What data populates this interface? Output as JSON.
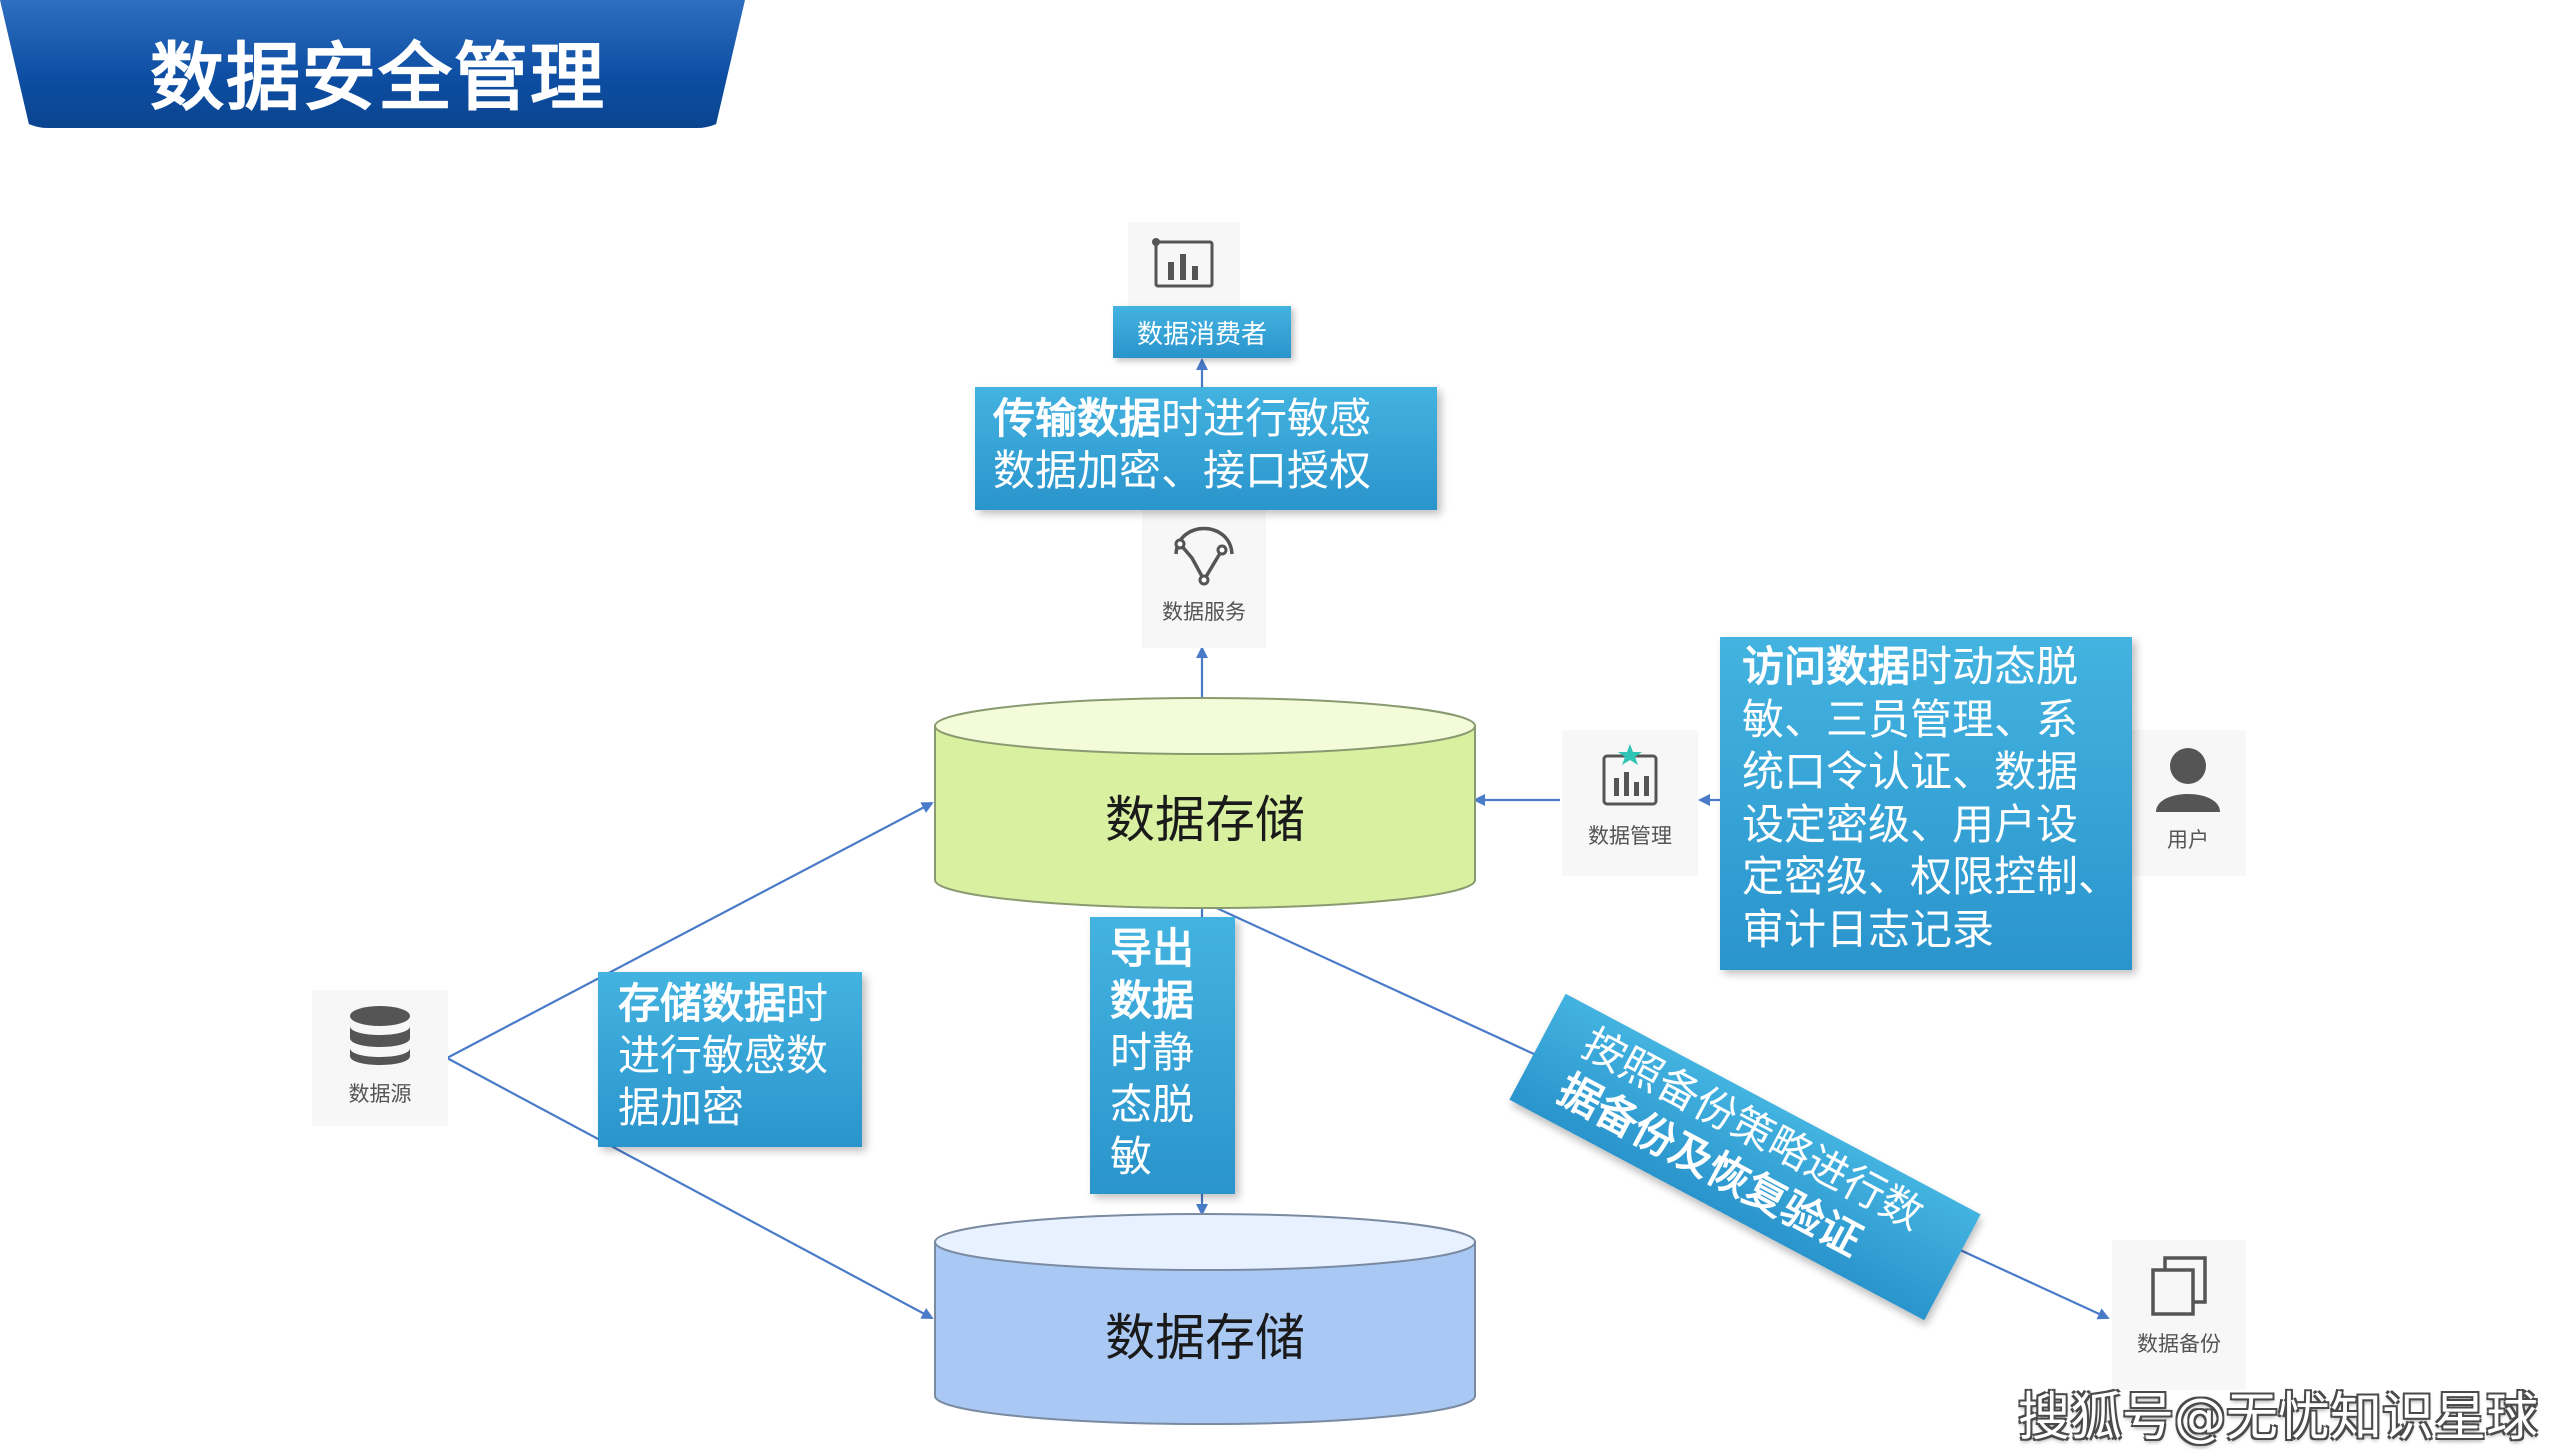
{
  "title": "数据安全管理",
  "nodes": {
    "consumer": {
      "label": "数据消费者",
      "icon": "bar-chart-icon"
    },
    "service": {
      "label": "数据服务",
      "icon": "network-curve-icon"
    },
    "management": {
      "label": "数据管理",
      "icon": "chart-star-icon"
    },
    "user": {
      "label": "用户",
      "icon": "person-icon"
    },
    "source": {
      "label": "数据源",
      "icon": "database-icon"
    },
    "backup": {
      "label": "数据备份",
      "icon": "copy-icon"
    },
    "storage_primary": {
      "label": "数据存储"
    },
    "storage_secondary": {
      "label": "数据存储"
    }
  },
  "callouts": {
    "transfer": {
      "bold": "传输数据",
      "rest": "时进行敏感数据加密、接口授权",
      "lines": [
        "时进行敏感",
        "数据加密、接口授权"
      ]
    },
    "access": {
      "bold": "访问数据",
      "lines": [
        "时动态脱",
        "敏、三员管理、系",
        "统口令认证、数据",
        "设定密级、用户设",
        "定密级、权限控制、",
        "审计日志记录"
      ]
    },
    "storage_encrypt": {
      "bold": "存储数据",
      "lines": [
        "时",
        "进行敏感数",
        "据加密"
      ]
    },
    "static_mask": {
      "bold_lines": [
        "导出",
        "数据"
      ],
      "lines": [
        "时静",
        "态脱",
        "敏"
      ]
    },
    "backup_policy": {
      "lines": [
        "按照备份策略进行数"
      ],
      "bold_line": "据备份及恢复验证"
    }
  },
  "watermark": "搜狐号@无忧知识星球",
  "colors": {
    "banner": "#0d4ea3",
    "callout": "#2a94cc",
    "cylinder_green_top": "#f4fbd9",
    "cylinder_green_body": "#d9f0a0",
    "cylinder_blue_top": "#e8f1ff",
    "cylinder_blue_body": "#a9c8f4",
    "connector": "#4a7bc8"
  }
}
